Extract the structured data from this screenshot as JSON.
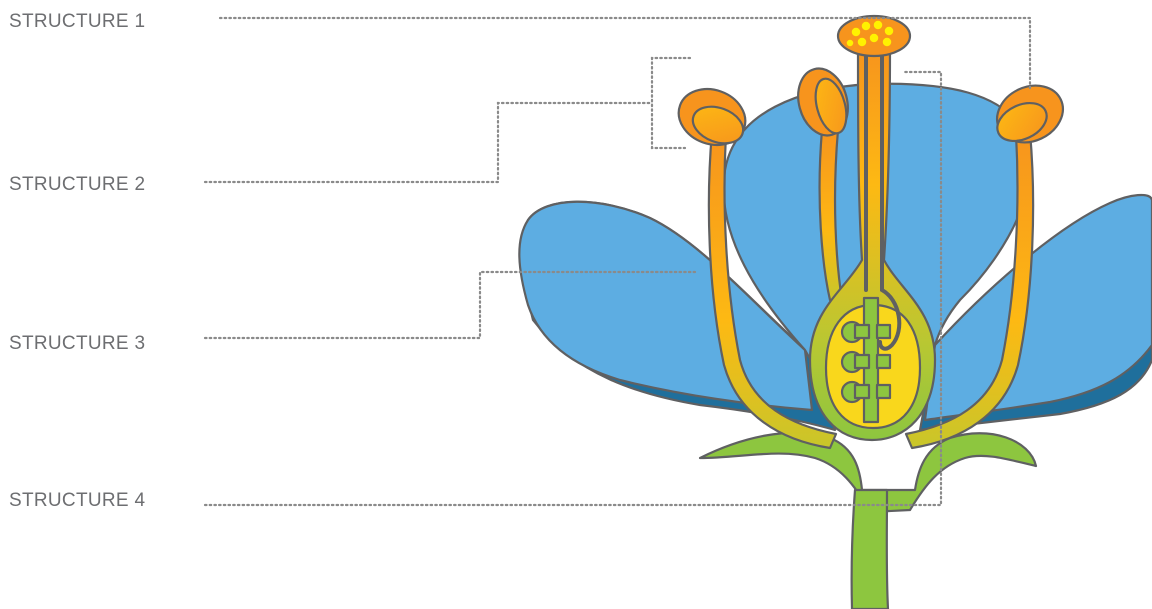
{
  "labels": {
    "structure_1": "STRUCTURE 1",
    "structure_2": "STRUCTURE 2",
    "structure_3": "STRUCTURE 3",
    "structure_4": "STRUCTURE 4"
  },
  "colors": {
    "petal": "#5dade2",
    "petal_shadow": "#1f6f9c",
    "stem": "#8dc63f",
    "stamen_orange": "#f7941d",
    "stamen_yellow": "#fdb913",
    "ovary_yellow": "#f9d71c",
    "ovule_green": "#8dc63f",
    "outline": "#5f6062",
    "leader_line": "#8a8a8a",
    "label_text": "#6d6e71"
  }
}
